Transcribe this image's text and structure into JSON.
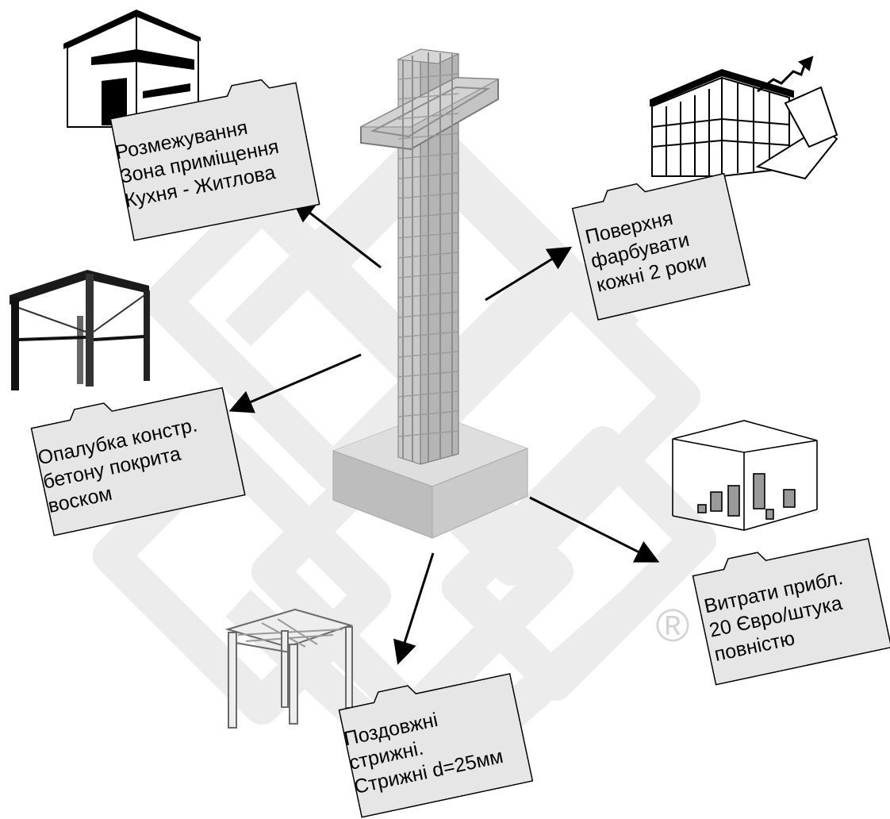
{
  "notes": {
    "zoning": {
      "line1": "Розмежування",
      "line2": "Зона приміщення",
      "line3": "Кухня - Житлова"
    },
    "painting": {
      "line1": "Поверхня",
      "line2": "фарбувати",
      "line3": "кожні 2 роки"
    },
    "formwork": {
      "line1": "Опалубка констр.",
      "line2": "бетону покрита",
      "line3": "воском"
    },
    "cost": {
      "line1": "Витрати прибл.",
      "line2": "20 Євро/штука",
      "line3": "повністю"
    },
    "rebar": {
      "line1": "Поздовжні",
      "line2": "стрижні.",
      "line3": "Стрижні d=25мм"
    }
  },
  "watermark": {
    "registered_mark": "®"
  },
  "icons": [
    "house-icon",
    "office-building-icon",
    "frame-structure-icon",
    "bar-chart-box-icon",
    "rebar-cage-icon"
  ],
  "colors": {
    "note_fill": "#e6e6e6",
    "watermark": "#ececec",
    "stroke": "#000000"
  }
}
